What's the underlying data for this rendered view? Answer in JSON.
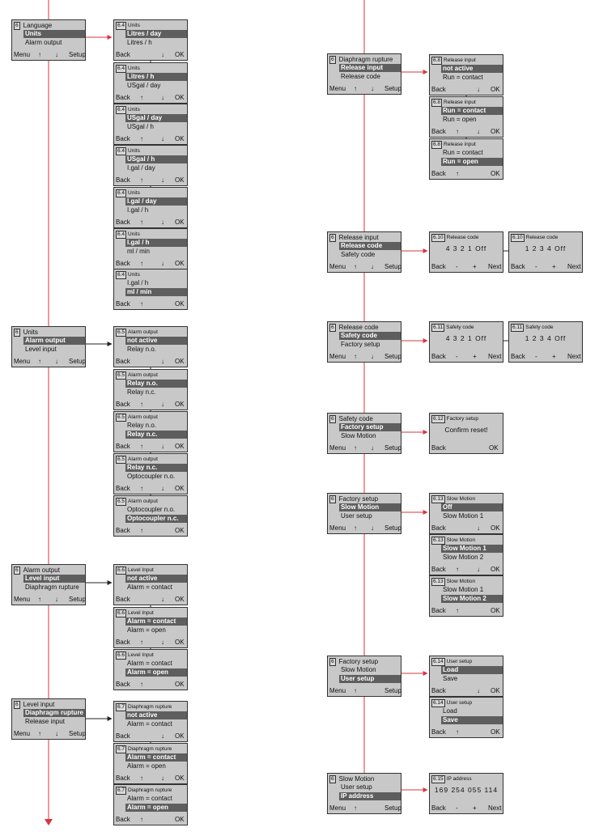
{
  "colors": {
    "wire": "#d9343e",
    "arrow": "#222222",
    "screen_bg": "#c8c8c8",
    "highlight": "#5e5e5e"
  },
  "screens": {
    "m_units": {
      "num": "6",
      "title": "Language",
      "line1": "Units",
      "line2": "Alarm output",
      "footer": [
        "Menu",
        "↑",
        "↓",
        "Setup"
      ]
    },
    "u1": {
      "num": "6.4",
      "title": "Units",
      "line1": "Litres / day",
      "line2": "Litres / h",
      "footer": [
        "Back",
        "↓",
        "OK"
      ]
    },
    "u2": {
      "num": "6.4",
      "title": "Units",
      "line1": "Litres / h",
      "line2": "USgal / day",
      "footer": [
        "Back",
        "↑",
        "↓",
        "OK"
      ]
    },
    "u3": {
      "num": "6.4",
      "title": "Units",
      "line1": "USgal / day",
      "line2": "USgal / h",
      "footer": [
        "Back",
        "↑",
        "↓",
        "OK"
      ]
    },
    "u4": {
      "num": "6.4",
      "title": "Units",
      "line1": "USgal / h",
      "line2": "I.gal / day",
      "footer": [
        "Back",
        "↑",
        "↓",
        "OK"
      ]
    },
    "u5": {
      "num": "6.4",
      "title": "Units",
      "line1": "I.gal / day",
      "line2": "I.gal / h",
      "footer": [
        "Back",
        "↑",
        "↓",
        "OK"
      ]
    },
    "u6": {
      "num": "6.4",
      "title": "Units",
      "line1": "I.gal / h",
      "line2": "ml / min",
      "footer": [
        "Back",
        "↑",
        "↓",
        "OK"
      ]
    },
    "u7": {
      "num": "6.4",
      "title": "Units",
      "line1": "I.gal / h",
      "line2": "ml / min",
      "footer": [
        "Back",
        "↑",
        "OK"
      ]
    },
    "m_alarm": {
      "num": "6",
      "title": "Units",
      "line1": "Alarm output",
      "line2": "Level input",
      "footer": [
        "Menu",
        "↑",
        "↓",
        "Setup"
      ]
    },
    "a1": {
      "num": "6.5",
      "title": "Alarm output",
      "line1": "not active",
      "line2": "Relay n.o.",
      "footer": [
        "Back",
        "↓",
        "OK"
      ]
    },
    "a2": {
      "num": "6.5",
      "title": "Alarm output",
      "line1": "Relay n.o.",
      "line2": "Relay n.c.",
      "footer": [
        "Back",
        "↑",
        "↓",
        "OK"
      ]
    },
    "a3": {
      "num": "6.5",
      "title": "Alarm output",
      "line1": "Relay n.o.",
      "line2": "Relay n.c.",
      "footer": [
        "Back",
        "↑",
        "↓",
        "OK"
      ]
    },
    "a4": {
      "num": "6.5",
      "title": "Alarm output",
      "line1": "Relay n.c.",
      "line2": "Optocoupler n.o.",
      "footer": [
        "Back",
        "↑",
        "↓",
        "OK"
      ]
    },
    "a5": {
      "num": "6.5",
      "title": "Alarm output",
      "line1": "Optocoupler n.o.",
      "line2": "Optocoupler n.c.",
      "footer": [
        "Back",
        "↑",
        "OK"
      ]
    },
    "m_level": {
      "num": "6",
      "title": "Alarm output",
      "line1": "Level input",
      "line2": "Diaphragm rupture",
      "footer": [
        "Menu",
        "↑",
        "↓",
        "Setup"
      ]
    },
    "l1": {
      "num": "6.6",
      "title": "Level Input",
      "line1": "not active",
      "line2": "Alarm = contact",
      "footer": [
        "Back",
        "↓",
        "OK"
      ]
    },
    "l2": {
      "num": "6.6",
      "title": "Level Input",
      "line1": "Alarm = contact",
      "line2": "Alarm = open",
      "footer": [
        "Back",
        "↑",
        "↓",
        "OK"
      ]
    },
    "l3": {
      "num": "6.6",
      "title": "Level Input",
      "line1": "Alarm = contact",
      "line2": "Alarm = open",
      "footer": [
        "Back",
        "↑",
        "OK"
      ]
    },
    "m_diaph": {
      "num": "6",
      "title": "Level input",
      "line1": "Diaphragm rupture",
      "line2": "Release input",
      "footer": [
        "Menu",
        "↑",
        "↓",
        "Setup"
      ]
    },
    "d1": {
      "num": "6.7",
      "title": "Diaphragm rupture",
      "line1": "not active",
      "line2": "Alarm = contact",
      "footer": [
        "Back",
        "↓",
        "OK"
      ]
    },
    "d2": {
      "num": "6.7",
      "title": "Diaphragm rupture",
      "line1": "Alarm = contact",
      "line2": "Alarm = open",
      "footer": [
        "Back",
        "↑",
        "↓",
        "OK"
      ]
    },
    "d3": {
      "num": "6.7",
      "title": "Diaphragm rupture",
      "line1": "Alarm = contact",
      "line2": "Alarm = open",
      "footer": [
        "Back",
        "↑",
        "OK"
      ]
    },
    "m_release": {
      "num": "6",
      "title": "Diaphragm rupture",
      "line1": "Release input",
      "line2": "Release code",
      "footer": [
        "Menu",
        "↑",
        "↓",
        "Setup"
      ]
    },
    "r1": {
      "num": "6.8",
      "title": "Release input",
      "line1": "not active",
      "line2": "Run = contact",
      "footer": [
        "Back",
        "↓",
        "OK"
      ]
    },
    "r2": {
      "num": "6.8",
      "title": "Release input",
      "line1": "Run = contact",
      "line2": "Run = open",
      "footer": [
        "Back",
        "↑",
        "↓",
        "OK"
      ]
    },
    "r3": {
      "num": "6.8",
      "title": "Release input",
      "line1": "Run = contact",
      "line2": "Run = open",
      "footer": [
        "Back",
        "↑",
        "OK"
      ]
    },
    "m_relcode": {
      "num": "6",
      "title": "Release input",
      "line1": "Release code",
      "line2": "Safety code",
      "footer": [
        "Menu",
        "↑",
        "↓",
        "Setup"
      ]
    },
    "rc1": {
      "num": "6.10",
      "title": "Release code",
      "center": "4 3 2 1 Off",
      "footer": [
        "Back",
        "-",
        "+",
        "Next"
      ]
    },
    "rc2": {
      "num": "6.10",
      "title": "Release code",
      "center": "1 2 3 4 Off",
      "footer": [
        "Back",
        "-",
        "+",
        "Next"
      ]
    },
    "m_safety": {
      "num": "6",
      "title": "Release code",
      "line1": "Safety code",
      "line2": "Factory setup",
      "footer": [
        "Menu",
        "↑",
        "↓",
        "Setup"
      ]
    },
    "s1": {
      "num": "6.11",
      "title": "Safety code",
      "center": "4 3 2 1 Off",
      "footer": [
        "Back",
        "-",
        "+",
        "Next"
      ]
    },
    "s2": {
      "num": "6.11",
      "title": "Safety code",
      "center": "1 2 3 4 Off",
      "footer": [
        "Back",
        "-",
        "+",
        "Next"
      ]
    },
    "m_factory": {
      "num": "6",
      "title": "Safety code",
      "line1": "Factory setup",
      "line2": "Slow Motion",
      "footer": [
        "Menu",
        "↑",
        "↓",
        "Setup"
      ]
    },
    "f1": {
      "num": "6.12",
      "title": "Factory setup",
      "center": "Confirm reset!",
      "footer": [
        "Back",
        "OK"
      ]
    },
    "m_slow": {
      "num": "6",
      "title": "Factory setup",
      "line1": "Slow Motion",
      "line2": "User setup",
      "footer": [
        "Menu",
        "↑",
        "↓",
        "Setup"
      ]
    },
    "sm1": {
      "num": "6.13",
      "title": "Slow Motion",
      "line1": "Off",
      "line2": "Slow Motion 1",
      "footer": [
        "Back",
        "↓",
        "OK"
      ]
    },
    "sm2": {
      "num": "6.13",
      "title": "Slow Motion",
      "line1": "Slow Motion 1",
      "line2": "Slow Motion 2",
      "footer": [
        "Back",
        "↑",
        "↓",
        "OK"
      ]
    },
    "sm3": {
      "num": "6.13",
      "title": "Slow Motion",
      "line1": "Slow Motion 1",
      "line2": "Slow Motion 2",
      "footer": [
        "Back",
        "↑",
        "OK"
      ]
    },
    "m_user": {
      "num": "6",
      "title": "Factory setup",
      "line1": "Slow Motion",
      "line2": "User setup",
      "footer": [
        "Menu",
        "↑",
        "Setup"
      ]
    },
    "us1": {
      "num": "6.14",
      "title": "User setup",
      "line1": "Load",
      "line2": "Save",
      "footer": [
        "Back",
        "↓",
        "OK"
      ]
    },
    "us2": {
      "num": "6.14",
      "title": "User setup",
      "line1": "Load",
      "line2": "Save",
      "footer": [
        "Back",
        "↑",
        "OK"
      ]
    },
    "m_ip": {
      "num": "6",
      "title": "Slow Motion",
      "line1": "User setup",
      "line2": "IP address",
      "footer": [
        "Menu",
        "↑",
        "Setup"
      ]
    },
    "ip1": {
      "num": "6.15",
      "title": "IP address",
      "center": "169 254 055 114",
      "footer": [
        "Back",
        "-",
        "+",
        "Next"
      ]
    }
  }
}
